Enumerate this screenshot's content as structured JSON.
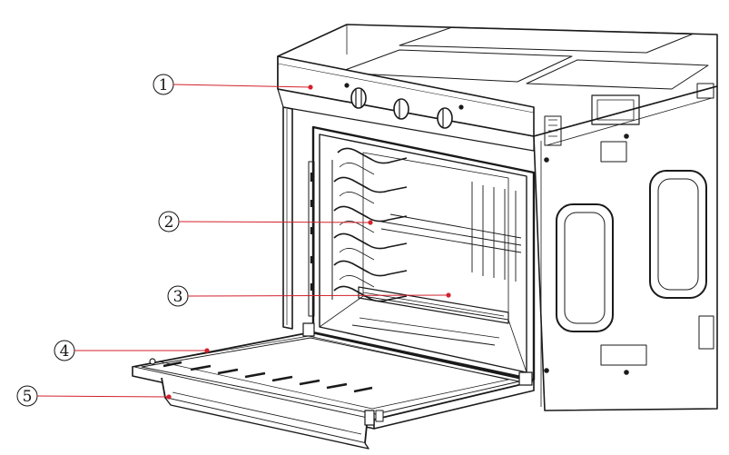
{
  "diagram": {
    "subject": "built-in-oven-exploded-view",
    "leader_color": "#d3212d",
    "line_color": "#1a1a1a",
    "callouts": [
      {
        "number": "1",
        "part": "control-panel"
      },
      {
        "number": "2",
        "part": "rack-supports"
      },
      {
        "number": "3",
        "part": "oven-cavity"
      },
      {
        "number": "4",
        "part": "oven-door"
      },
      {
        "number": "5",
        "part": "door-handle"
      }
    ]
  }
}
